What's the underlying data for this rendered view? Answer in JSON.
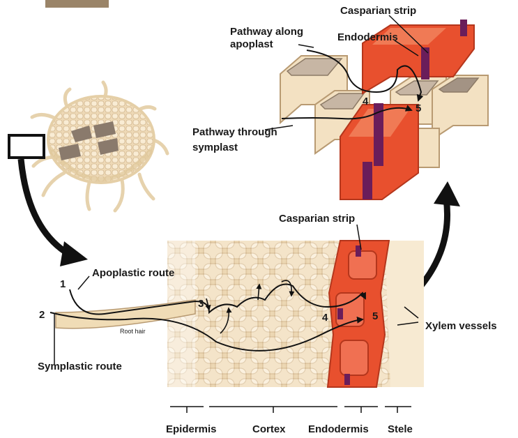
{
  "colors": {
    "tissue": "#f3e3c8",
    "tissue_edge": "#b89a72",
    "cell_fill": "#fbf1df",
    "cell_shadow": "#d9c29c",
    "endodermis": "#e8502e",
    "endodermis_dark": "#c23a1e",
    "casparian": "#6a1d5a",
    "dark_cell": "#8a7a6c",
    "arrow": "#111111"
  },
  "labels": {
    "top_casparian": "Casparian strip",
    "pathway_apoplast": "Pathway along\napoplast",
    "top_endodermis": "Endodermis",
    "pathway_symplast": "Pathway through\nsymplast",
    "mid_casparian": "Casparian strip",
    "apoplastic_route": "Apoplastic route",
    "symplastic_route": "Symplastic route",
    "root_hair": "Root hair",
    "xylem_vessels": "Xylem vessels"
  },
  "numbers": {
    "n1": "1",
    "n2": "2",
    "n3": "3",
    "n4": "4",
    "n5": "5",
    "top_n4": "4",
    "top_n5": "5"
  },
  "regions": {
    "epidermis": "Epidermis",
    "cortex": "Cortex",
    "endodermis": "Endodermis",
    "stele": "Stele"
  }
}
